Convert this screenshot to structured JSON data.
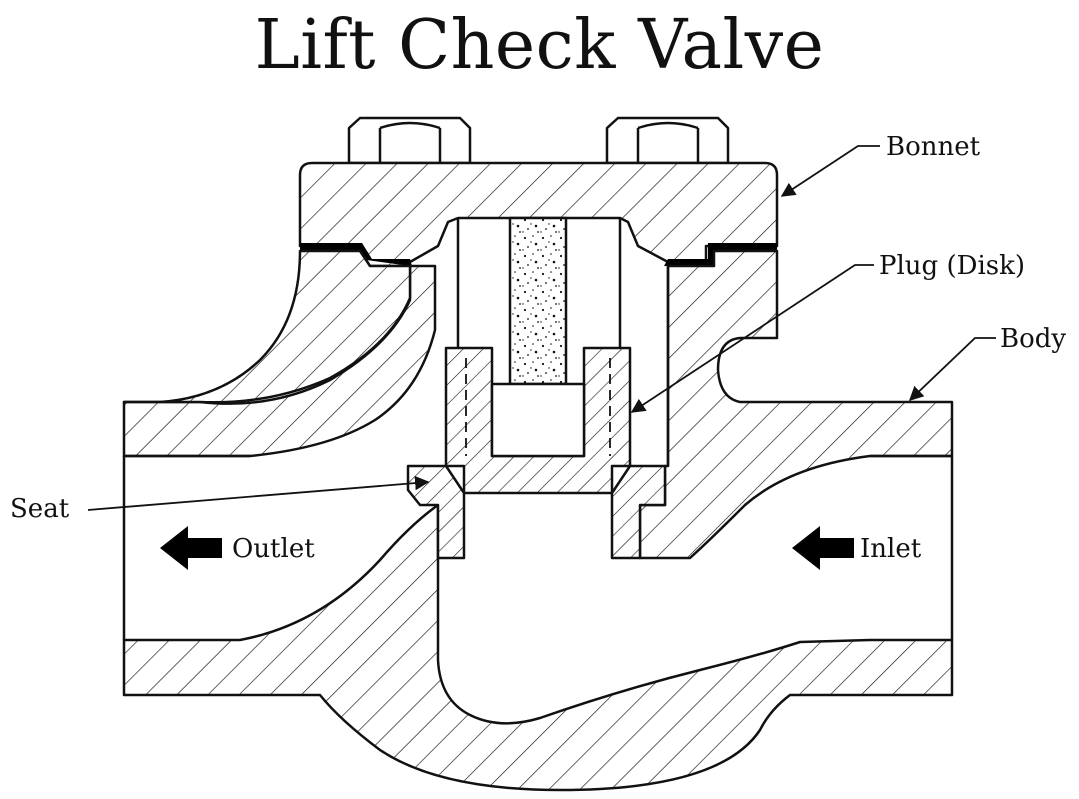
{
  "title": "Lift Check Valve",
  "labels": {
    "bonnet": "Bonnet",
    "plug": "Plug (Disk)",
    "body": "Body",
    "seat": "Seat",
    "outlet": "Outlet",
    "inlet": "Inlet"
  },
  "colors": {
    "stroke": "#111111",
    "background": "#ffffff",
    "gasket": "#000000"
  }
}
